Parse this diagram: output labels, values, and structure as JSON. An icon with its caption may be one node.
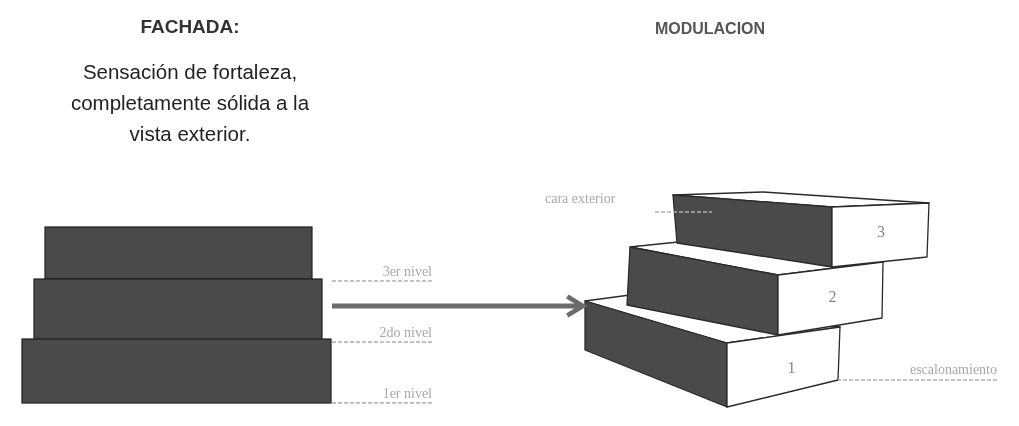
{
  "diagram": {
    "nodes": [
      {
        "text": [],
        "shape": "picture"
      },
      {
        "text": [
          "3er nivel"
        ]
      },
      {
        "text": [
          "2do nivel"
        ]
      },
      {
        "text": [
          "1er nivel"
        ]
      },
      {
        "text": [],
        "shape": "picture"
      },
      {
        "text": [
          "3"
        ],
        "in": 4
      },
      {
        "text": [
          "2"
        ],
        "in": 4
      },
      {
        "text": [
          "1"
        ],
        "in": 4
      },
      {
        "text": [
          "cara exterior"
        ]
      },
      {
        "text": [
          "escalonamiento"
        ]
      }
    ],
    "edges": [
      {
        "from": 0,
        "to": 4,
        "arrow": "to",
        "style": "thick",
        "color": "#6b6b6b"
      },
      {
        "from": 1,
        "to": 0,
        "arrow": "none",
        "style": "dashed"
      },
      {
        "from": 2,
        "to": 0,
        "arrow": "none",
        "style": "dashed"
      },
      {
        "from": 3,
        "to": 0,
        "arrow": "none",
        "style": "dashed"
      },
      {
        "from": 8,
        "to": 4,
        "arrow": "none",
        "style": "dashed"
      },
      {
        "from": 9,
        "to": 7,
        "arrow": "none",
        "style": "dashed"
      }
    ],
    "labels": [
      "FACHADA:",
      "Sensación de fortaleza, completamente sólida a la vista exterior.",
      "MODULACION"
    ]
  }
}
